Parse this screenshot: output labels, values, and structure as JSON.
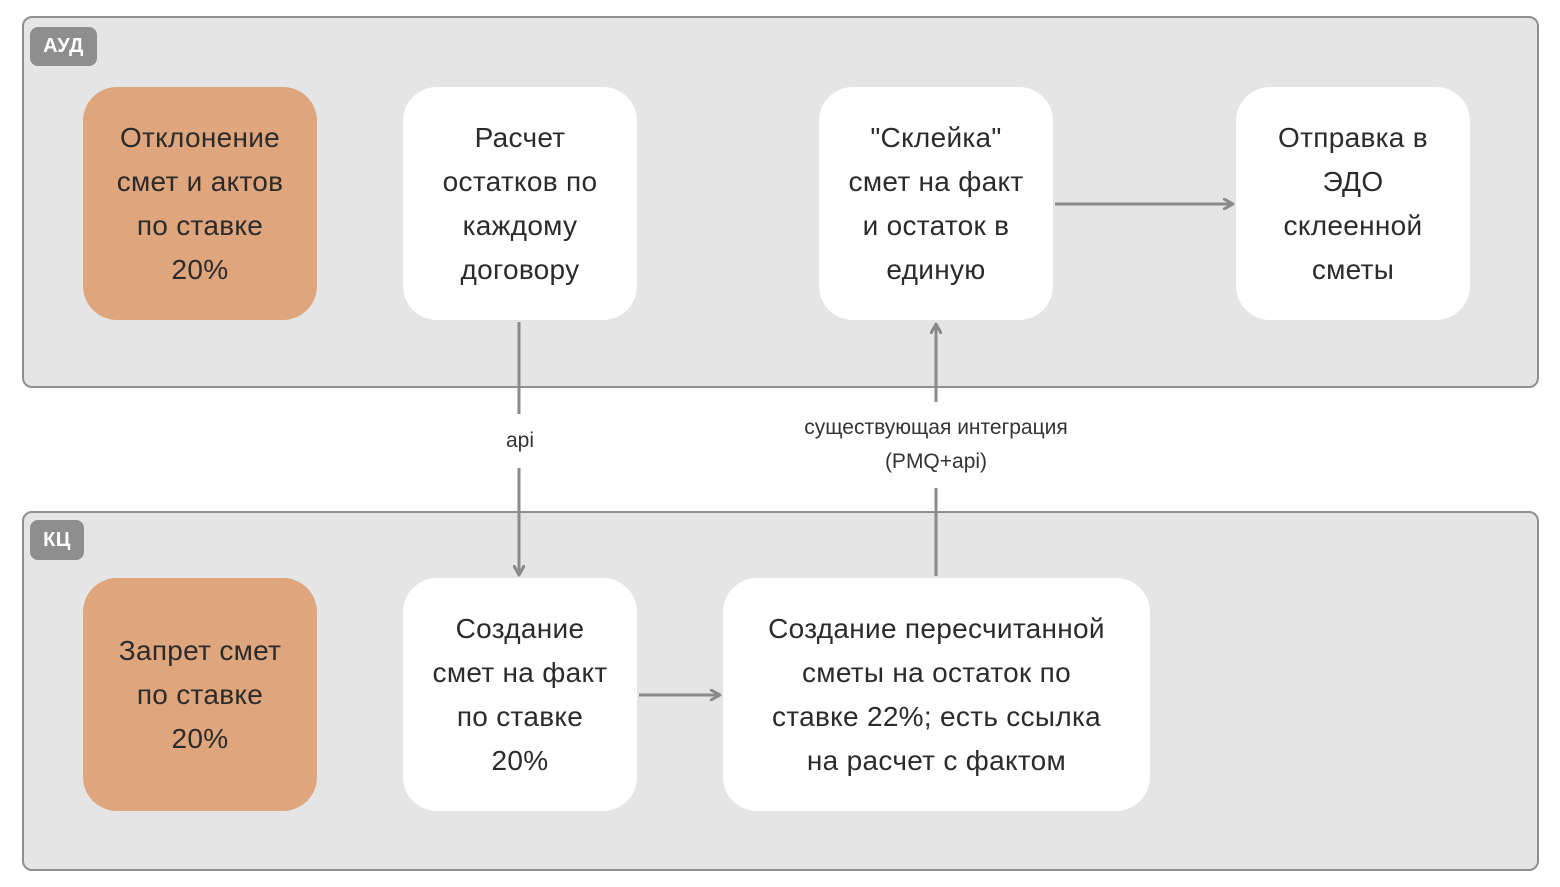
{
  "lanes": {
    "top": {
      "tag": "АУД"
    },
    "bottom": {
      "tag": "КЦ"
    }
  },
  "nodes": {
    "deviation": "Отклонение\nсмет и актов\nпо ставке\n20%",
    "calc_remainders": "Расчет\nостатков по\nкаждому\nдоговору",
    "gluing": "\"Склейка\"\nсмет на факт\nи остаток в\nединую",
    "send_edo": "Отправка в\nЭДО\nсклеенной\nсметы",
    "ban": "Запрет смет\nпо ставке\n20%",
    "create_fact": "Создание\nсмет на факт\nпо ставке\n20%",
    "create_recalc": "Создание пересчитанной\nсметы на остаток по\nставке 22%; есть ссылка\nна расчет с фактом"
  },
  "edges": {
    "api_label": "api",
    "integration_label": "существующая интеграция\n(PMQ+api)"
  },
  "colors": {
    "lane_bg": "#e5e5e5",
    "lane_border": "#8f8f8f",
    "tag_bg": "#8e8e8e",
    "node_white": "#ffffff",
    "node_orange": "#dfa57d",
    "arrow": "#8a8a8a"
  }
}
